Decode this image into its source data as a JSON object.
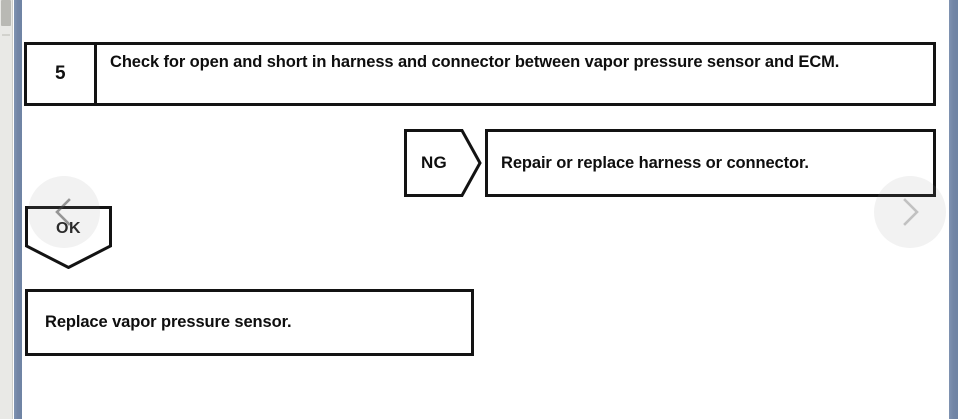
{
  "viewer": {
    "scrollbar": {
      "name": "vertical-scrollbar"
    },
    "nav": {
      "prev_label": "Previous page",
      "prev_icon": "chevron-left-icon",
      "next_label": "Next page",
      "next_icon": "chevron-right-icon"
    },
    "colors": {
      "page_edge": "#7386a6",
      "ink": "#131313",
      "page_background": "#ffffff",
      "scrollbar_track": "#e9e9e6",
      "scrollbar_thumb": "#b9b9b4"
    }
  },
  "flowchart": {
    "step": {
      "number": "5",
      "instruction": "Check for open and short in harness and connector between vapor pressure sensor and ECM."
    },
    "branches": [
      {
        "result": "NG",
        "action": "Repair or replace harness or connector."
      },
      {
        "result": "OK",
        "action": "Replace vapor pressure sensor."
      }
    ],
    "ng_branch": {
      "label": "NG",
      "action": "Repair or replace harness or connector."
    },
    "ok_branch": {
      "label": "OK",
      "action": "Replace vapor pressure sensor."
    }
  }
}
